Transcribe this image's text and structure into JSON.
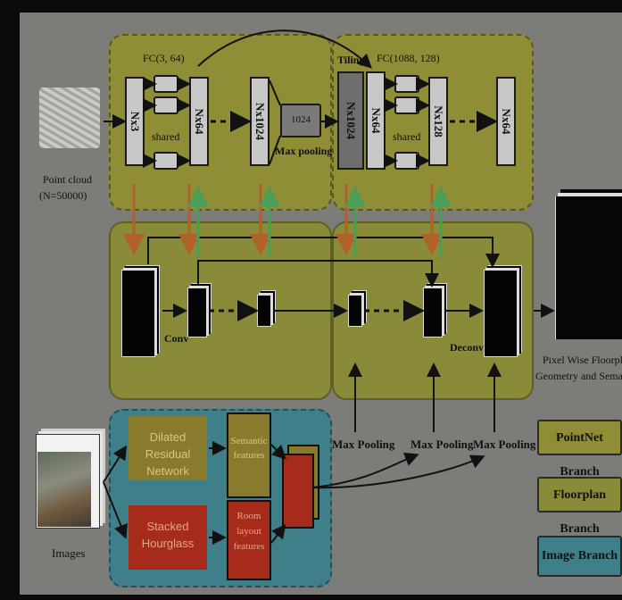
{
  "pointnet": {
    "fc_left": "FC(3, 64)",
    "fc_right": "FC(1088, 128)",
    "tiling": "Tiling",
    "n3": "Nx3",
    "n64": "Nx64",
    "n1024": "Nx1024",
    "pool_value": "1024",
    "max_pooling": "Max pooling",
    "shared": "shared",
    "n1024_tiled": "Nx1024",
    "n64_tiled": "Nx64",
    "n128": "Nx128",
    "n64_out": "Nx64"
  },
  "inputs": {
    "point_cloud_line1": "Point cloud",
    "point_cloud_line2": "(N=50000)",
    "images": "Images"
  },
  "floorplan": {
    "conv": "Conv",
    "deconv": "Deconv"
  },
  "pool_labels": [
    "Max Pooling",
    "Max Pooling",
    "Max Pooling"
  ],
  "image_branch": {
    "drn_line1": "Dilated Residual",
    "drn_line2": "Network",
    "sh_line1": "Stacked",
    "sh_line2": "Hourglass",
    "sem_line1": "Semantic",
    "sem_line2": "features",
    "room_line1": "Room",
    "room_line2": "layout",
    "room_line3": "features"
  },
  "output": {
    "line1": "Pixel Wise Floorplan",
    "line2": "Geometry and Semantics"
  },
  "legend": {
    "pointnet": "PointNet Branch",
    "floorplan": "Floorplan Branch",
    "image": "Image Branch"
  },
  "colors": {
    "pointnet_branch": "#8f8d36",
    "floorplan_branch": "#8a8b38",
    "image_branch": "#3f7f8a",
    "drn_box": "#8a7a2e",
    "stacked_box": "#a62b1a",
    "arrow_orange": "#b0602a",
    "arrow_green": "#4c9c5a"
  }
}
